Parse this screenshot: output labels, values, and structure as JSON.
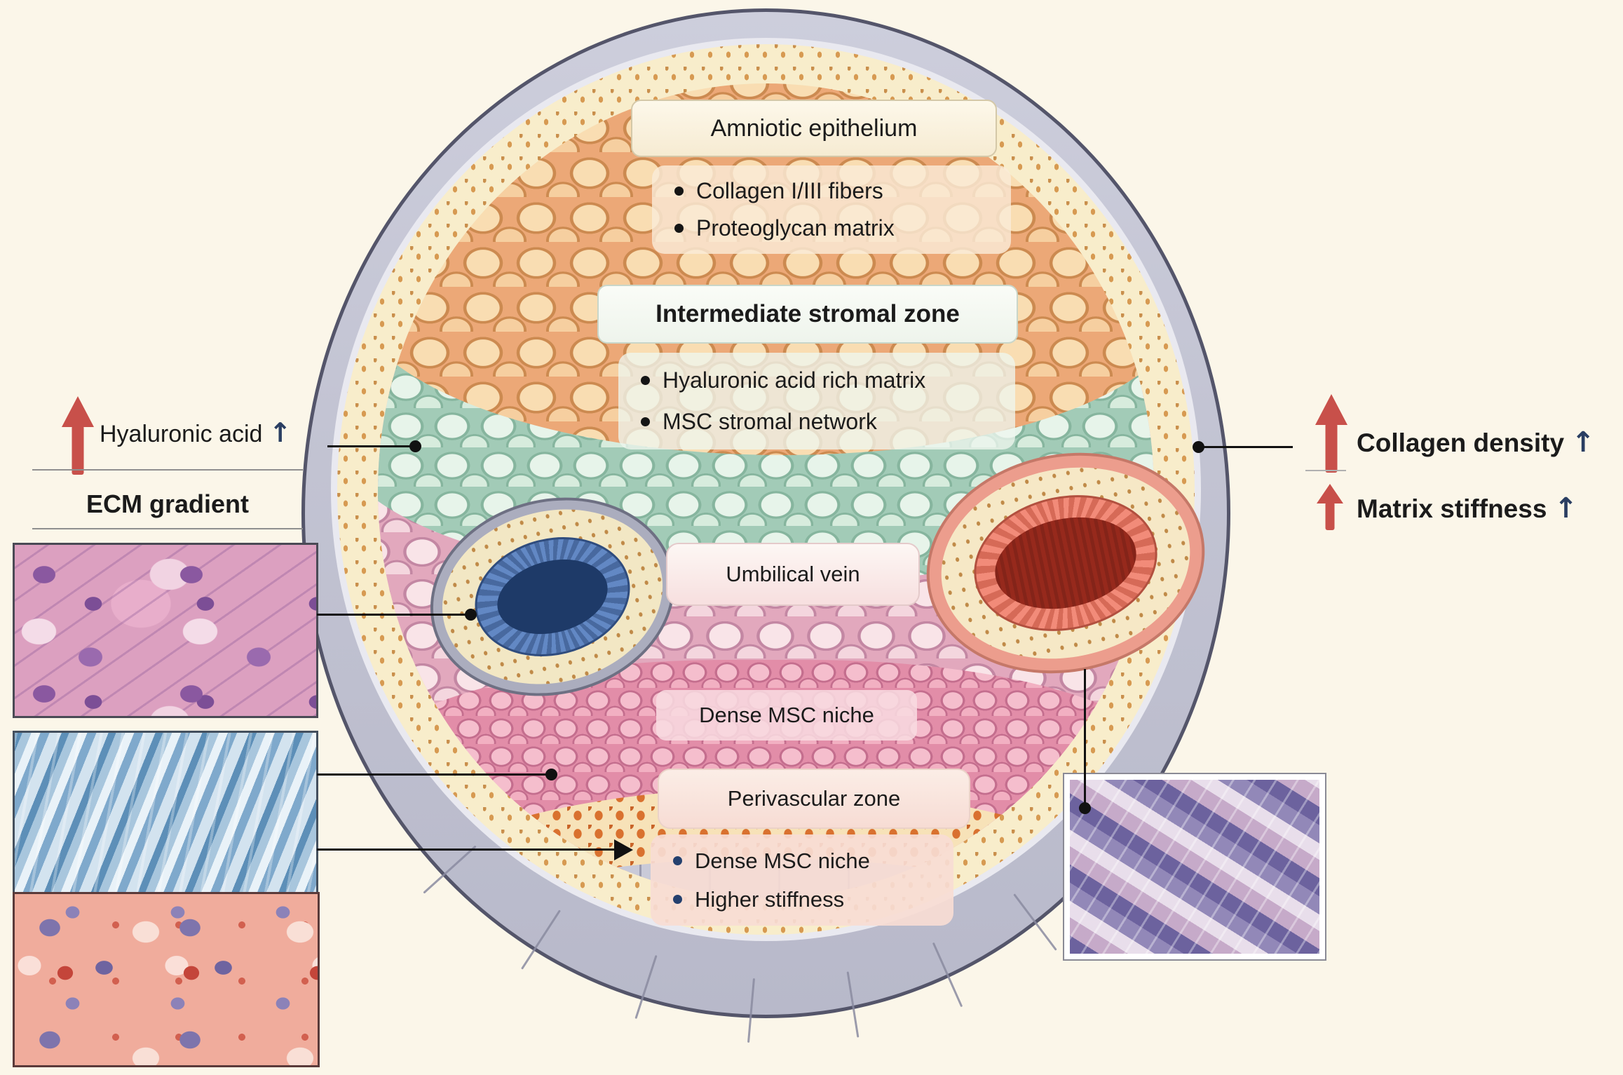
{
  "diagram": {
    "amniotic_label": "Amniotic epithelium",
    "amniotic_bullets": [
      "Collagen I/III fibers",
      "Proteoglycan matrix"
    ],
    "intermediate_label": "Intermediate stromal zone",
    "intermediate_bullets": [
      "Hyaluronic acid rich matrix",
      "MSC stromal network"
    ],
    "vein_label": "Umbilical vein",
    "dense_msc_label": "Dense MSC niche",
    "perivascular_label": "Perivascular zone",
    "perivascular_bullets": [
      "Dense MSC niche",
      "Higher stiffness"
    ]
  },
  "left_panel": {
    "hyaluronic_label": "Hyaluronic acid",
    "ecm_label": "ECM gradient",
    "up_arrow": "↑"
  },
  "right_panel": {
    "collagen_label": "Collagen density",
    "matrix_label": "Matrix stiffness",
    "up_arrow": "↑"
  },
  "colors": {
    "background": "#FBF6E9",
    "shell_gray": "#C3C4D3",
    "subamnion_cream": "#F8EDCB",
    "amniotic_zone_peach": "#ECA877",
    "intermediate_zone_teal": "#A2CBB7",
    "whartons_jelly_pink": "#E2A8BD",
    "vein_lumen": "#1E3A68",
    "vein_wall": "#5F84C0",
    "artery_lumen": "#96291C",
    "artery_wall": "#EF8372",
    "arrow_red": "#C8504A",
    "arrow_navy": "#2A3E62",
    "text": "#1B1B1B"
  }
}
